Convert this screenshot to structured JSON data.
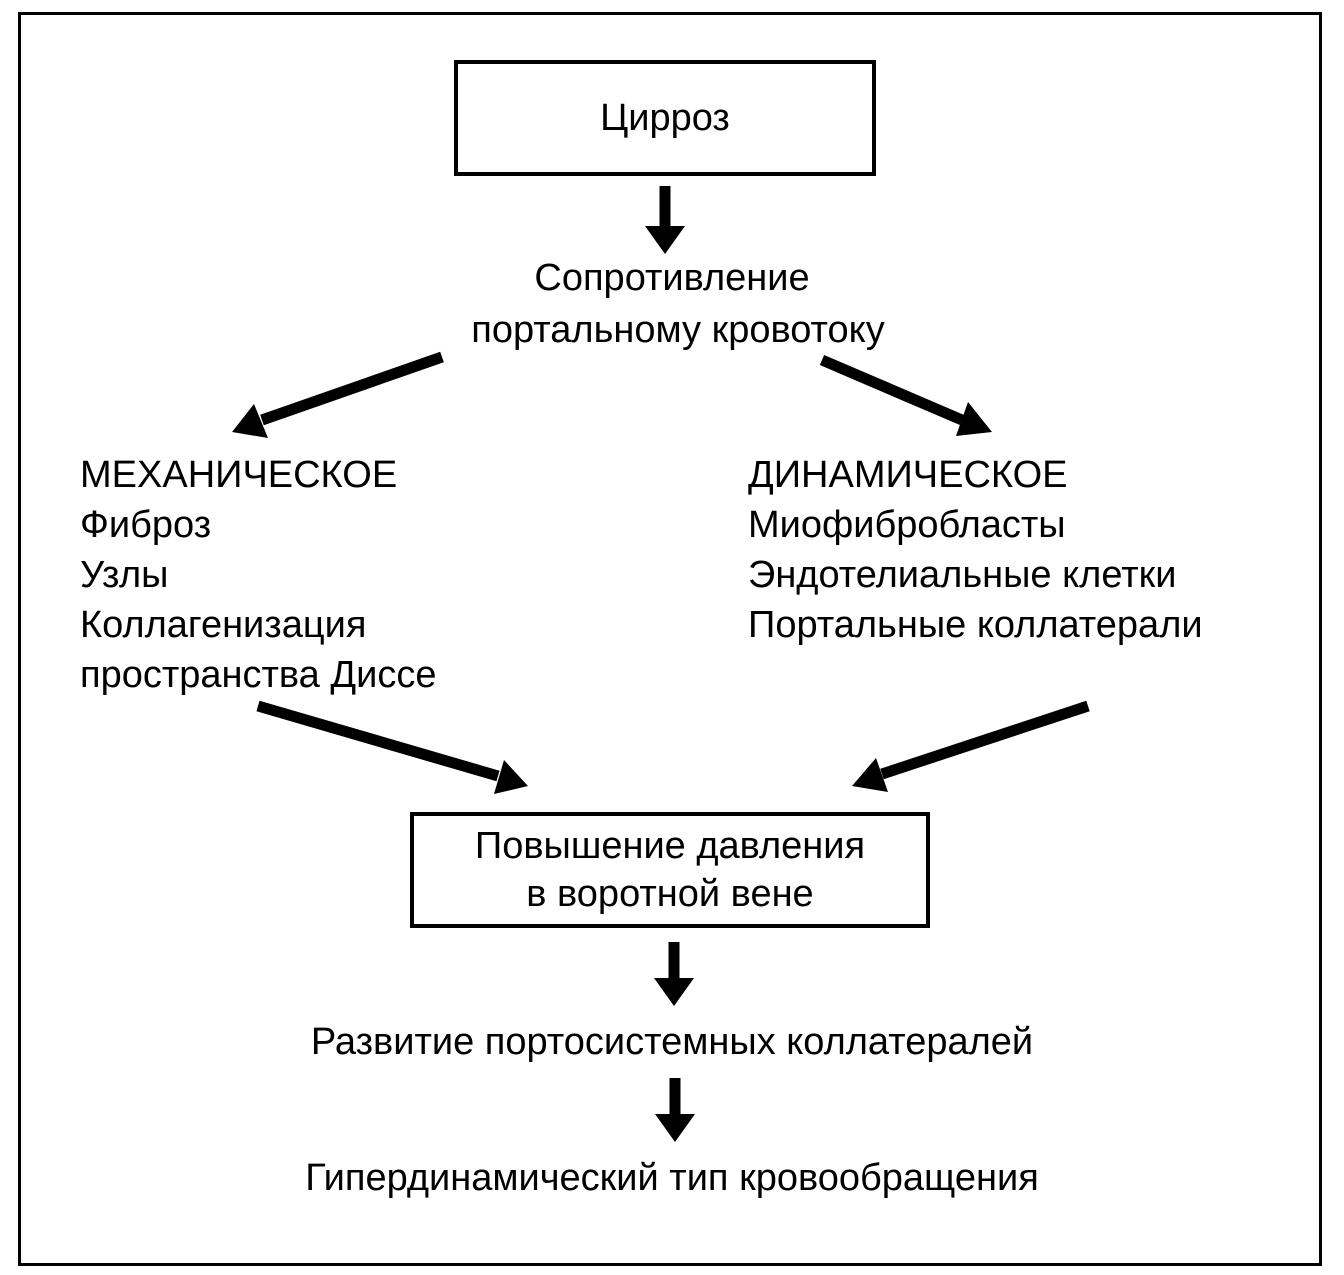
{
  "diagram": {
    "top_box": "Цирроз",
    "resistance": {
      "line1": "Сопротивление",
      "line2": "портальному кровотоку"
    },
    "mechanical": {
      "heading": "МЕХАНИЧЕСКОЕ",
      "items": [
        "Фиброз",
        "Узлы",
        "Коллагенизация",
        "пространства Диссе"
      ]
    },
    "dynamic": {
      "heading": "ДИНАМИЧЕСКОЕ",
      "items": [
        "Миофибробласты",
        "Эндотелиальные клетки",
        "Портальные коллатерали"
      ]
    },
    "pressure_box": {
      "line1": "Повышение давления",
      "line2": "в воротной вене"
    },
    "collaterals": "Развитие портосистемных коллатералей",
    "hyperdynamic": "Гипердинамический тип кровообращения"
  },
  "colors": {
    "line": "#000000",
    "background": "#ffffff"
  }
}
